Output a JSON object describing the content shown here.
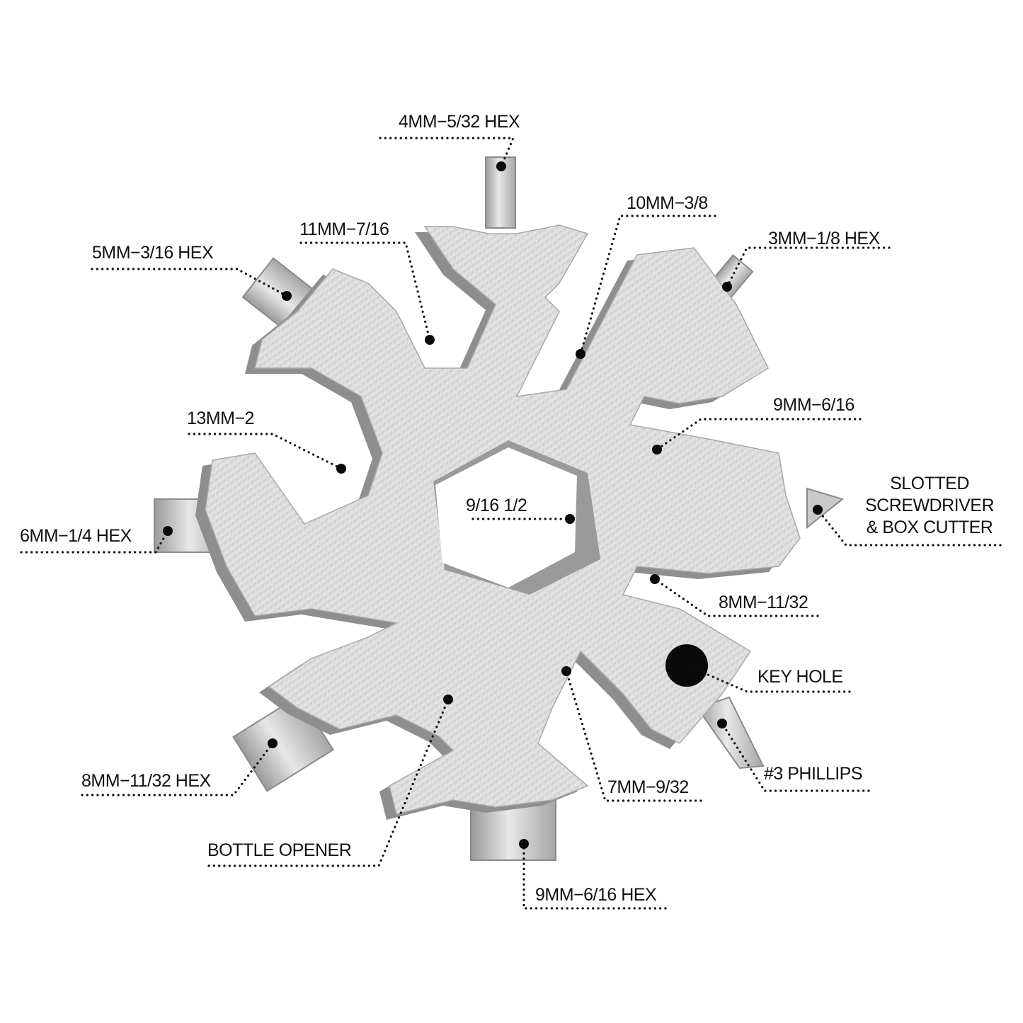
{
  "diagram": {
    "subject": "snowflake multi-tool",
    "colors": {
      "background": "#ffffff",
      "metal_face": "#d9d9d9",
      "metal_edge": "#8c8c8c",
      "metal_dark": "#6e6e6e",
      "text": "#111111",
      "leader": "#111111"
    },
    "center": {
      "label": "9/16 1/2"
    },
    "callouts": [
      {
        "id": "4mm-hex",
        "text": "4MM−5/32 HEX"
      },
      {
        "id": "10mm",
        "text": "10MM−3/8"
      },
      {
        "id": "11mm",
        "text": "11MM−7/16"
      },
      {
        "id": "3mm-hex",
        "text": "3MM−1/8 HEX"
      },
      {
        "id": "5mm-hex",
        "text": "5MM−3/16 HEX"
      },
      {
        "id": "9mm",
        "text": "9MM−6/16"
      },
      {
        "id": "13mm",
        "text": "13MM−2"
      },
      {
        "id": "slotted",
        "lines": [
          "SLOTTED",
          "SCREWDRIVER",
          "& BOX CUTTER"
        ]
      },
      {
        "id": "6mm-hex",
        "text": "6MM−1/4 HEX"
      },
      {
        "id": "8mm",
        "text": "8MM−11/32"
      },
      {
        "id": "keyhole",
        "text": "KEY HOLE"
      },
      {
        "id": "phillips",
        "text": "#3 PHILLIPS"
      },
      {
        "id": "8mm-hex",
        "text": "8MM−11/32 HEX"
      },
      {
        "id": "7mm",
        "text": "7MM−9/32"
      },
      {
        "id": "bottle",
        "text": "BOTTLE OPENER"
      },
      {
        "id": "9mm-hex",
        "text": "9MM−6/16 HEX"
      }
    ]
  }
}
